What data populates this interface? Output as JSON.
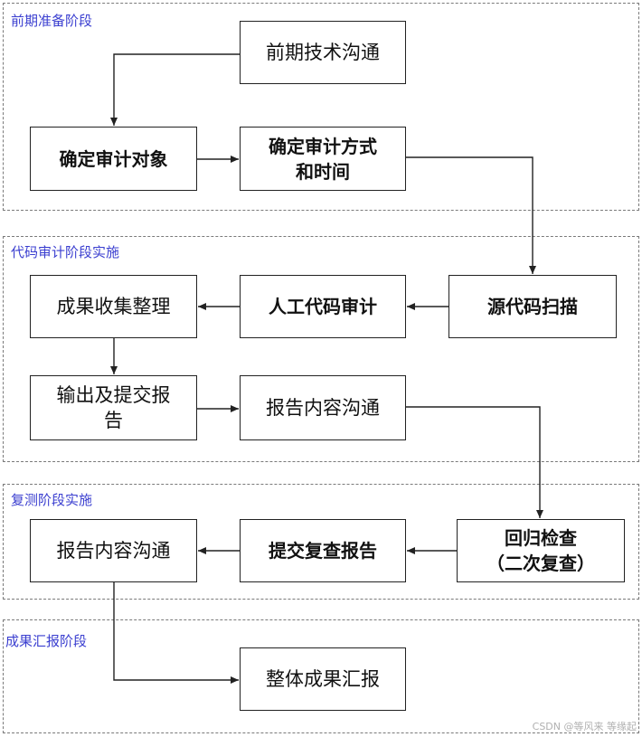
{
  "phases": {
    "p1": "前期准备阶段",
    "p2": "代码审计阶段实施",
    "p3": "复测阶段实施",
    "p4": "成果汇报阶段"
  },
  "nodes": {
    "tech_comm": "前期技术沟通",
    "confirm_target": "确定审计对象",
    "confirm_method": "确定审计方式\n和时间",
    "source_scan": "源代码扫描",
    "manual_audit": "人工代码审计",
    "collect_results": "成果收集整理",
    "output_report": "输出及提交报\n告",
    "report_comm_1": "报告内容沟通",
    "regression_check": "回归检查\n（二次复查）",
    "submit_recheck": "提交复查报告",
    "report_comm_2": "报告内容沟通",
    "final_report": "整体成果汇报"
  },
  "watermark": "CSDN @等风来 等缘起"
}
